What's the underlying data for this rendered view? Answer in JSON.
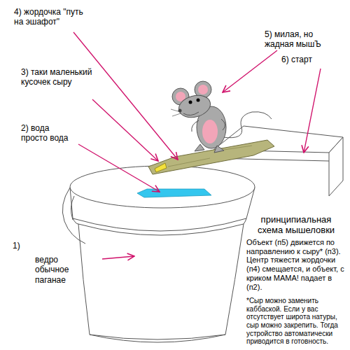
{
  "diagram": {
    "title": "принципиальная схема мышеловки",
    "labels": [
      "4) жордочка \"путь на эшафот\"",
      "5) милая, но жадная мышЪ",
      "6) старт",
      "3) таки маленький кусочек сыру",
      "2) вода просто вода",
      "1)",
      "ведро обычное паганае",
      "Объект (п5) движется по направлению к сыру* (п3). Центр тяжести жордочки (п4) смещается, и объект, с криком МАМА! падает в (п2).",
      "*Сыр можно заменить каббаской. Если у вас отсутствует широта натуры, сыр можно закрепить. Тогда устройство автоматически приводится в готовность."
    ]
  }
}
